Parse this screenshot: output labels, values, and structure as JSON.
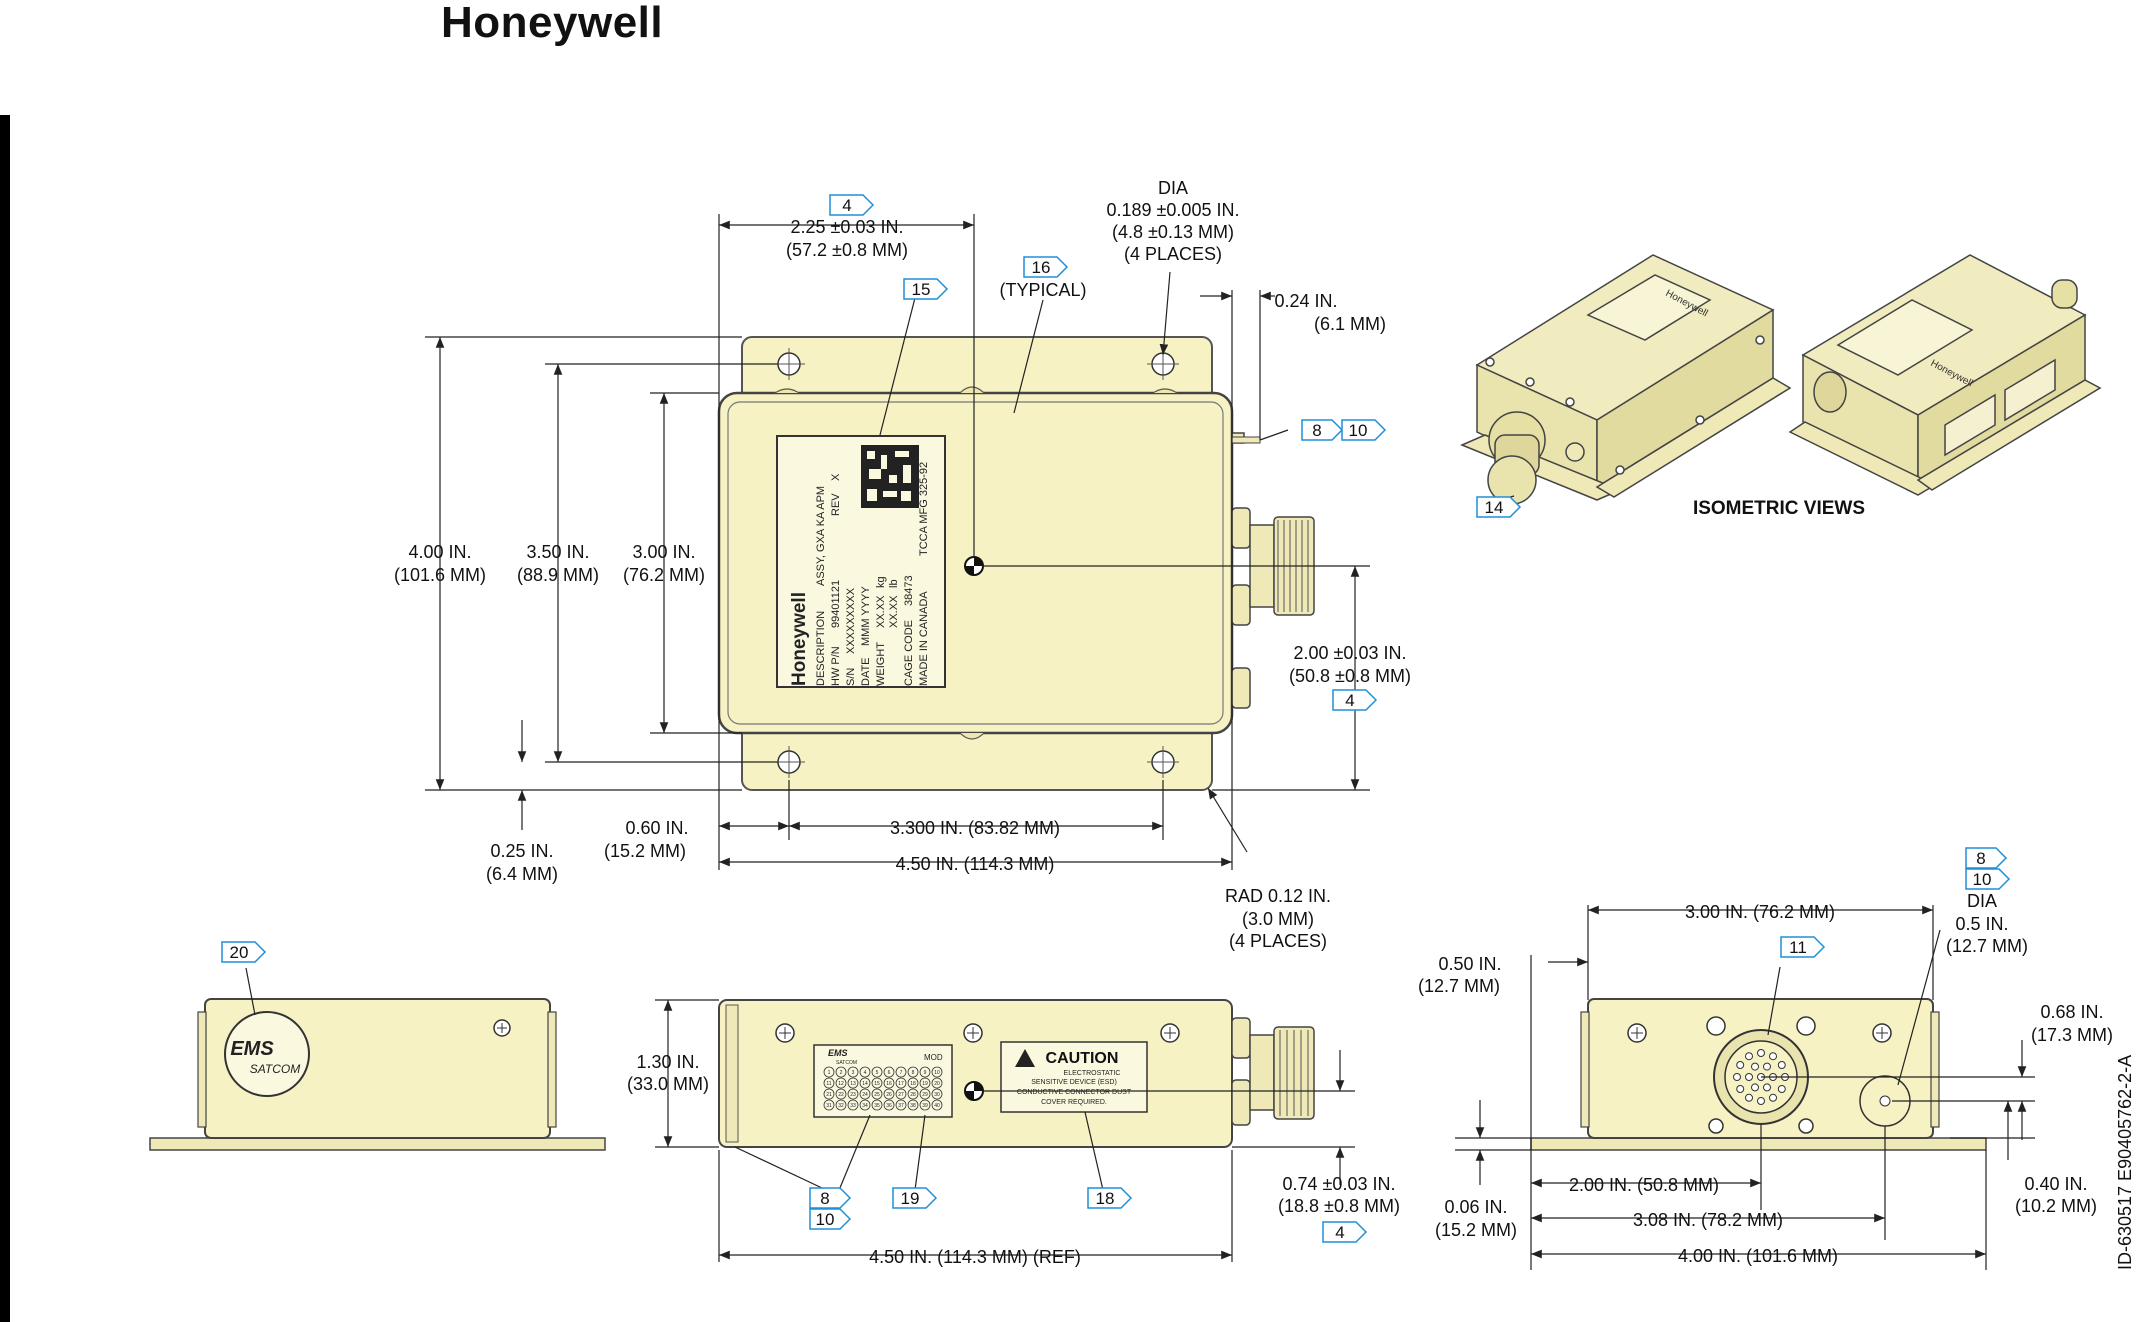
{
  "brand": "Honeywell",
  "drawing_id": "ID-630517   E90405762-2-A",
  "colors": {
    "body_fill": "#f6f2c4",
    "body_stroke": "#555555",
    "callout_blue": "#1f8fd8",
    "dim_line": "#222222"
  },
  "top_view": {
    "dim_width_4_50": "4.50 IN. (114.3 MM)",
    "dim_hole_3_300": "3.300 IN. (83.82 MM)",
    "dim_0_60": [
      "0.60 IN.",
      "(15.2 MM)"
    ],
    "dim_0_25": [
      "0.25 IN.",
      "(6.4 MM)"
    ],
    "dim_4_00": [
      "4.00 IN.",
      "(101.6 MM)"
    ],
    "dim_3_50": [
      "3.50 IN.",
      "(88.9 MM)"
    ],
    "dim_3_00": [
      "3.00 IN.",
      "(76.2 MM)"
    ],
    "dim_2_25": [
      "2.25 ±0.03 IN.",
      "(57.2 ±0.8 MM)"
    ],
    "dim_dia_holes": [
      "DIA",
      "0.189 ±0.005 IN.",
      "(4.8 ±0.13 MM)",
      "(4 PLACES)"
    ],
    "dim_0_24": [
      "0.24 IN.",
      "(6.1 MM)"
    ],
    "dim_2_00": [
      "2.00 ±0.03 IN.",
      "(50.8 ±0.8 MM)"
    ],
    "dim_rad": [
      "RAD 0.12 IN.",
      "(3.0 MM)",
      "(4 PLACES)"
    ],
    "typical": "(TYPICAL)",
    "callouts": [
      "4",
      "15",
      "16",
      "8",
      "10",
      "4"
    ]
  },
  "label_plate": {
    "brand": "Honeywell",
    "rows": [
      [
        "DESCRIPTION",
        "ASSY, GXA KA APM"
      ],
      [
        "HW P/N",
        "99401121",
        "REV",
        "X"
      ],
      [
        "S/N",
        "XXXXXXXXX"
      ],
      [
        "DATE",
        "MMM YYYY"
      ],
      [
        "WEIGHT",
        "XX.XX",
        "kg",
        "XX.XX",
        "lb"
      ],
      [
        "CAGE CODE",
        "38473"
      ],
      [
        "MADE IN CANADA"
      ]
    ],
    "tcca": "TCCA MFG 325-92"
  },
  "iso_views": {
    "caption": "ISOMETRIC VIEWS",
    "callout": "14",
    "logo_text": "Honeywell"
  },
  "side_view_left": {
    "callout": "20",
    "ems": "EMS",
    "satcom": "SATCOM"
  },
  "front_view": {
    "dim_1_30": [
      "1.30 IN.",
      "(33.0 MM)"
    ],
    "dim_0_74": [
      "0.74 ±0.03 IN.",
      "(18.8 ±0.8 MM)"
    ],
    "dim_ref": "4.50 IN. (114.3 MM) (REF)",
    "callouts": [
      "8",
      "10",
      "19",
      "18",
      "4"
    ],
    "caution_title": "CAUTION",
    "caution_lines": [
      "ELECTROSTATIC",
      "SENSITIVE DEVICE (ESD)",
      "CONDUCTIVE CONNECTOR DUST",
      "COVER REQUIRED."
    ],
    "mod_ems": "EMS",
    "mod_satcom": "SATCOM",
    "mod_label": "MOD",
    "mod_numbers": [
      "1",
      "2",
      "3",
      "4",
      "5",
      "6",
      "7",
      "8",
      "9",
      "10",
      "11",
      "12",
      "13",
      "14",
      "15",
      "16",
      "17",
      "18",
      "19",
      "20",
      "21",
      "22",
      "23",
      "24",
      "25",
      "26",
      "27",
      "28",
      "29",
      "30",
      "31",
      "32",
      "33",
      "34",
      "35",
      "36",
      "37",
      "38",
      "39",
      "40"
    ]
  },
  "end_view": {
    "dim_3_00": "3.00 IN. (76.2 MM)",
    "dim_0_50": [
      "0.50 IN.",
      "(12.7 MM)"
    ],
    "dim_dia": [
      "DIA",
      "0.5 IN.",
      "(12.7 MM)"
    ],
    "dim_0_68": [
      "0.68 IN.",
      "(17.3 MM)"
    ],
    "dim_0_06": [
      "0.06 IN.",
      "(15.2 MM)"
    ],
    "dim_2_00": "2.00 IN. (50.8 MM)",
    "dim_3_08": "3.08 IN. (78.2 MM)",
    "dim_4_00": "4.00 IN. (101.6 MM)",
    "dim_0_40": [
      "0.40 IN.",
      "(10.2 MM)"
    ],
    "callouts": [
      "8",
      "10",
      "11"
    ]
  }
}
